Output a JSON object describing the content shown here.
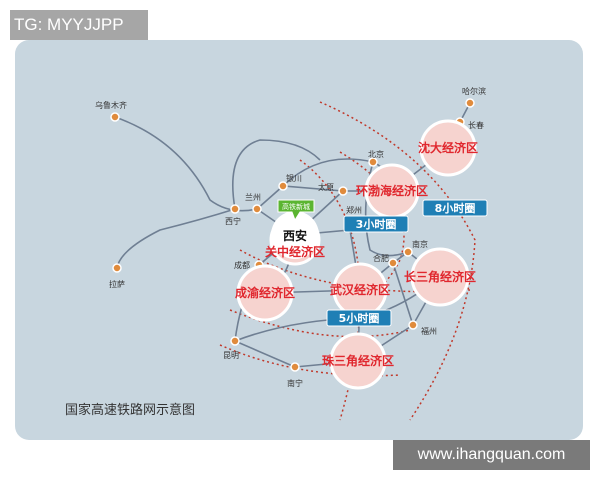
{
  "watermark_top": "TG: MYYJJPP",
  "watermark_bottom": "www.ihangquan.com",
  "map": {
    "title": "国家高速铁路网示意图",
    "colors": {
      "background": "#c8d6df",
      "rail": "#6f7f93",
      "city": "#e08b3c",
      "zone_fill": "#f6d3cf",
      "zone_text": "#e0272e",
      "badge": "#1f7fb5",
      "ring": "#c0392b",
      "callout": "#5bb531"
    },
    "cities": [
      "乌鲁木齐",
      "哈尔滨",
      "长春",
      "北京",
      "银川",
      "太原",
      "兰州",
      "西宁",
      "郑州",
      "南京",
      "合肥",
      "成都",
      "福州",
      "昆明",
      "南宁",
      "拉萨"
    ],
    "center_city": "西安",
    "callout": "高铁新城",
    "zones": [
      "沈大经济区",
      "环渤海经济区",
      "关中经济区",
      "成渝经济区",
      "武汉经济区",
      "长三角经济区",
      "珠三角经济区"
    ],
    "rings": [
      "3小时圈",
      "5小时圈",
      "8小时圈"
    ]
  }
}
